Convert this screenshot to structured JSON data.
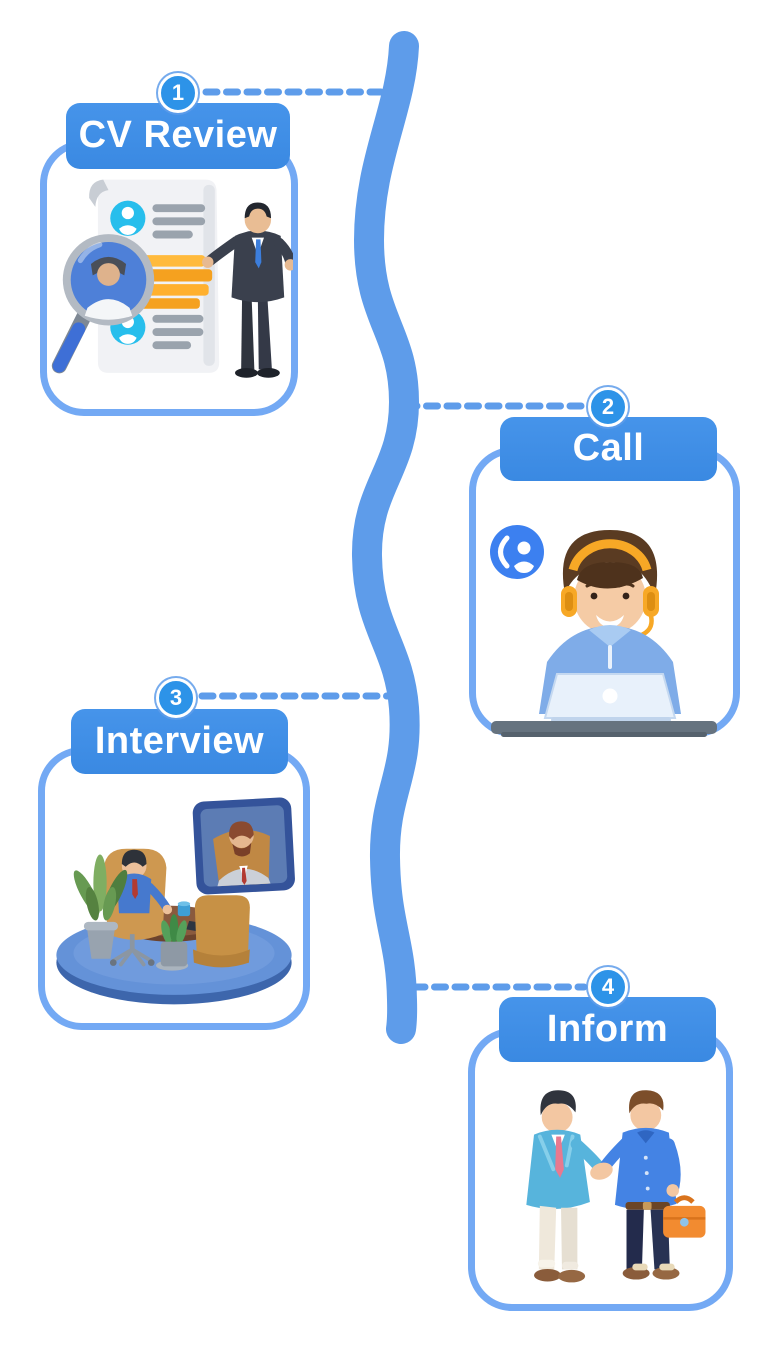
{
  "page": {
    "kind": "recruitment-process-infographic",
    "background": "#FFFFFF"
  },
  "colors": {
    "wavy_connector": "#5E9CEA",
    "dashed_connector": "#5E9CEA",
    "card_border": "#73A9F4",
    "label_box": "#3D8CE4",
    "badge_fill": "#2D93E8",
    "label_text": "#FFFFFF",
    "highlight_orange": "#F5A11F",
    "avatar_cyan": "#27BEEC"
  },
  "steps": [
    {
      "number": "1",
      "label": "CV Review",
      "side": "left",
      "illustration": "cv-review-illustration",
      "illustration_desc": "CV document with profile entries and orange highlighted lines, magnifying glass over candidate photo, businessman in dark suit presenting"
    },
    {
      "number": "2",
      "label": "Call",
      "side": "right",
      "illustration": "phone-call-illustration",
      "illustration_desc": "Support agent with orange headset and microphone working on laptop at desk, blue phone icon badge"
    },
    {
      "number": "3",
      "label": "Interview",
      "side": "left",
      "illustration": "interview-illustration",
      "illustration_desc": "Round blue platform with meeting table, interviewer in chair, candidate on large video screen, empty chair, potted plants"
    },
    {
      "number": "4",
      "label": "Inform",
      "side": "right",
      "illustration": "handshake-illustration",
      "illustration_desc": "Two businessmen shaking hands, one in light blue jacket with pink tie, one in blue shirt holding orange briefcase"
    }
  ]
}
